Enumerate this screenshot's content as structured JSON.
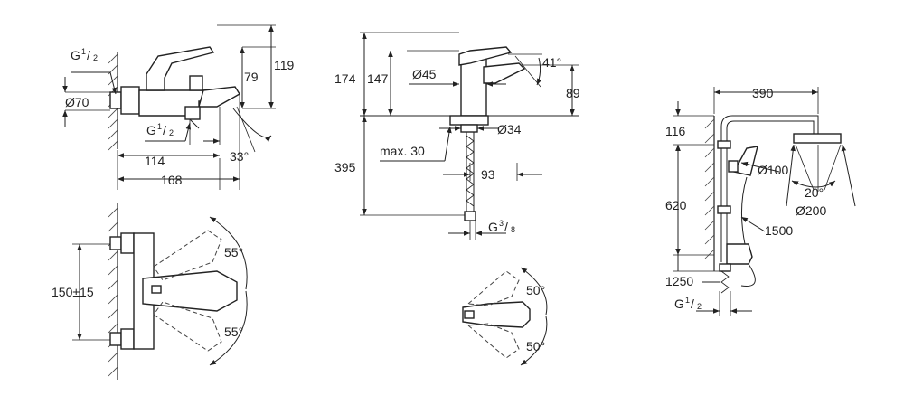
{
  "bath_mixer_side": {
    "thread": {
      "g": "G",
      "num": "1",
      "den": "2"
    },
    "diameter": "Ø70",
    "height_79": "79",
    "height_119": "119",
    "spout_thread": {
      "g": "G",
      "num": "1",
      "den": "2"
    },
    "angle": "33°",
    "width_114": "114",
    "width_168": "168"
  },
  "bath_mixer_top": {
    "centre_distance": "150±15",
    "angle_top": "55°",
    "angle_bottom": "55°"
  },
  "basin_mixer_side": {
    "height_174": "174",
    "height_147": "147",
    "diameter_45": "Ø45",
    "angle_41": "41°",
    "height_89": "89",
    "diameter_34": "Ø34",
    "max_30": "max. 30",
    "depth_395": "395",
    "reach_93": "93",
    "hose_thread": {
      "g": "G",
      "num": "3",
      "den": "8"
    }
  },
  "basin_mixer_top": {
    "angle_top": "50°",
    "angle_bottom": "50°"
  },
  "shower_system": {
    "width_390": "390",
    "height_116": "116",
    "diameter_100": "Ø100",
    "angle_20": "20°",
    "diameter_200": "Ø200",
    "height_620": "620",
    "hose_1500": "1500",
    "height_1250": "1250",
    "thread": {
      "g": "G",
      "num": "1",
      "den": "2"
    }
  }
}
